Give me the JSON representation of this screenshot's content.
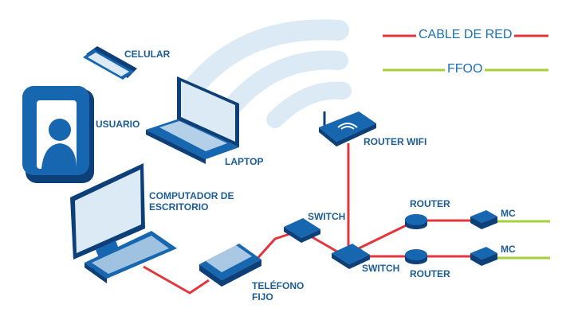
{
  "legend": {
    "items": [
      {
        "label": "CABLE DE RED",
        "color": "#e4343c"
      },
      {
        "label": "FFOO",
        "color": "#a7cf3c"
      }
    ]
  },
  "devices": {
    "celular": "CELULAR",
    "usuario": "USUARIO",
    "laptop": "LAPTOP",
    "desktop_line1": "COMPUTADOR DE",
    "desktop_line2": "ESCRITORIO",
    "router_wifi": "ROUTER WIFI",
    "switch_top": "SWITCH",
    "switch_bottom": "SWITCH",
    "router_top": "ROUTER",
    "router_bottom": "ROUTER",
    "mc_top": "MC",
    "mc_bottom": "MC",
    "telefono_line1": "TELÉFONO",
    "telefono_line2": "FIJO"
  },
  "colors": {
    "device_blue": "#1766b0",
    "device_dark": "#0d3f78",
    "wifi_waves": "#dceaf6",
    "cable": "#e4343c",
    "fiber": "#a7cf3c",
    "label": "#1d5d97"
  }
}
